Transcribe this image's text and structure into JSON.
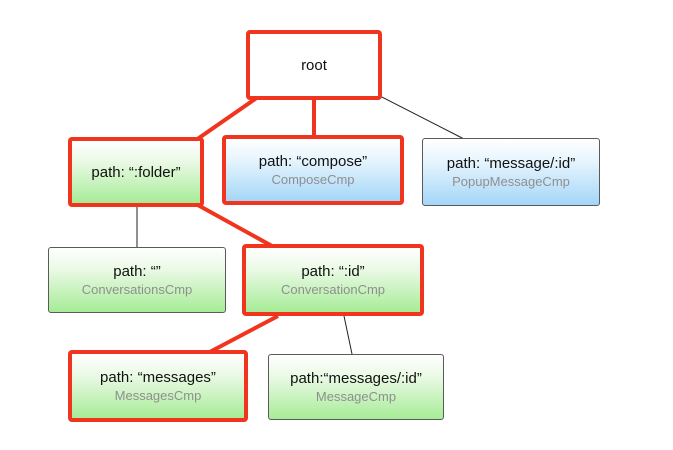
{
  "colors": {
    "active_border": "#f0341d",
    "route_green": "#a6ec96",
    "route_blue": "#a4d6f8"
  },
  "nodes": {
    "root": {
      "path": "root"
    },
    "folder": {
      "path": "path: “:folder”"
    },
    "compose": {
      "path": "path: “compose”",
      "component": "ComposeCmp"
    },
    "message_popup": {
      "path": "path: “message/:id”",
      "component": "PopupMessageCmp"
    },
    "conversations": {
      "path": "path: “”",
      "component": "ConversationsCmp"
    },
    "conversation": {
      "path": "path: “:id”",
      "component": "ConversationCmp"
    },
    "messages": {
      "path": "path: “messages”",
      "component": "MessagesCmp"
    },
    "message": {
      "path": "path:“messages/:id”",
      "component": "MessageCmp"
    }
  }
}
